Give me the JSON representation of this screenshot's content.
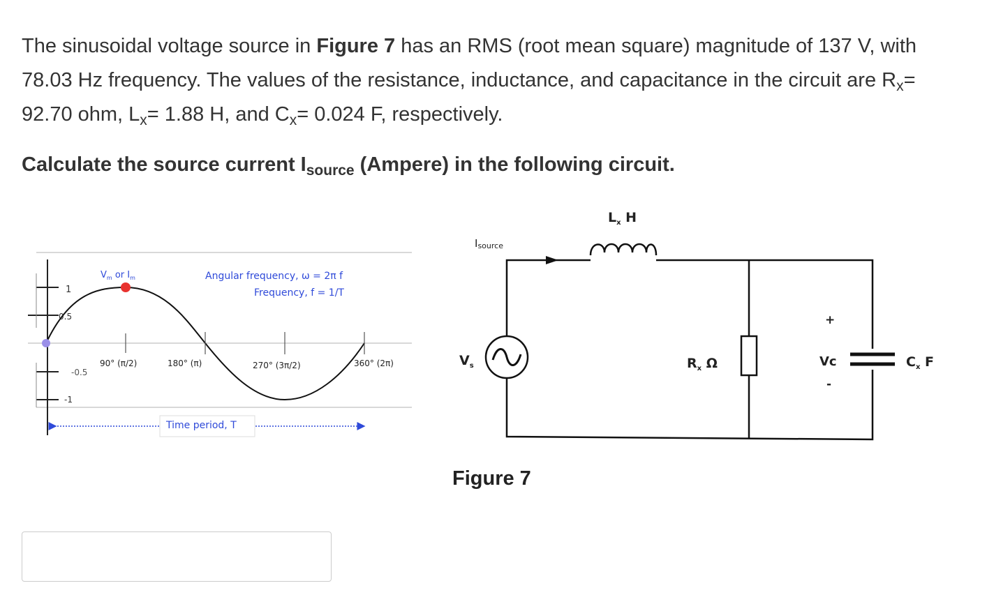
{
  "problem": {
    "p1": "The sinusoidal voltage source in ",
    "fig_ref": "Figure 7",
    "p2": " has an RMS (root mean square) magnitude of 137 V, with 78.03 Hz frequency. The values of the resistance, inductance, and capacitance in the circuit are R",
    "sub_r": "x",
    "p3": "= 92.70 ohm, L",
    "sub_l": "x",
    "p4": "= 1.88 H, and C",
    "sub_c": "x",
    "p5": "= 0.024 F, respectively."
  },
  "question": {
    "q1": "Calculate the source current I",
    "q_sub": "source",
    "q2": " (Ampere) in the following circuit."
  },
  "sine_figure": {
    "peak_label": "V",
    "peak_sub": "m",
    "peak_or": " or I",
    "peak_sub2": "m",
    "angular_freq": "Angular frequency, ω = 2π f",
    "frequency": "Frequency, f = 1/T",
    "ticks": [
      "1",
      "0.5",
      "-0.5",
      "-1"
    ],
    "angles": [
      "90° (π/2)",
      "180° (π)",
      "270° (3π/2)",
      "360° (2π)"
    ],
    "time_period": "Time period, T",
    "colors": {
      "wave": "#000000",
      "peak_dot": "#e8322f",
      "origin_dot": "#9b8fe8",
      "arrow": "#2f4ad9"
    }
  },
  "circuit": {
    "i_source": "I",
    "i_source_sub": "source",
    "inductor_label": "L",
    "inductor_sub": "x",
    "inductor_unit": " H",
    "source_label": "V",
    "source_sub": "s",
    "resistor_label": "R",
    "resistor_sub": "x",
    "resistor_unit": " Ω",
    "cap_voltage": "Vc",
    "cap_plus": "+",
    "cap_minus": "-",
    "cap_label": "C",
    "cap_sub": "x",
    "cap_unit": " F"
  },
  "figure_caption": "Figure 7",
  "answer": {
    "value": "",
    "placeholder": ""
  }
}
